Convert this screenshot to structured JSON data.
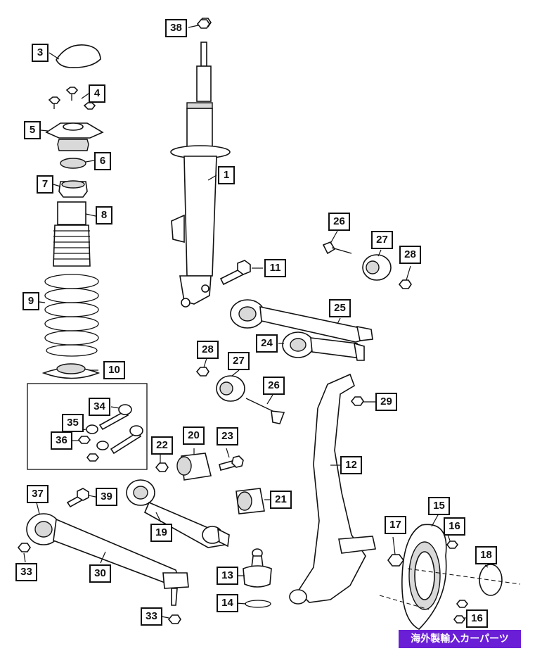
{
  "callouts": [
    {
      "id": "c1",
      "label": "1"
    },
    {
      "id": "c3",
      "label": "3"
    },
    {
      "id": "c4",
      "label": "4"
    },
    {
      "id": "c5",
      "label": "5"
    },
    {
      "id": "c6",
      "label": "6"
    },
    {
      "id": "c7",
      "label": "7"
    },
    {
      "id": "c8",
      "label": "8"
    },
    {
      "id": "c9",
      "label": "9"
    },
    {
      "id": "c10",
      "label": "10"
    },
    {
      "id": "c11",
      "label": "11"
    },
    {
      "id": "c12",
      "label": "12"
    },
    {
      "id": "c13",
      "label": "13"
    },
    {
      "id": "c14",
      "label": "14"
    },
    {
      "id": "c15",
      "label": "15"
    },
    {
      "id": "c16a",
      "label": "16"
    },
    {
      "id": "c16b",
      "label": "16"
    },
    {
      "id": "c17",
      "label": "17"
    },
    {
      "id": "c18",
      "label": "18"
    },
    {
      "id": "c19",
      "label": "19"
    },
    {
      "id": "c20",
      "label": "20"
    },
    {
      "id": "c21",
      "label": "21"
    },
    {
      "id": "c22",
      "label": "22"
    },
    {
      "id": "c23",
      "label": "23"
    },
    {
      "id": "c24",
      "label": "24"
    },
    {
      "id": "c25",
      "label": "25"
    },
    {
      "id": "c26a",
      "label": "26"
    },
    {
      "id": "c26b",
      "label": "26"
    },
    {
      "id": "c27a",
      "label": "27"
    },
    {
      "id": "c27b",
      "label": "27"
    },
    {
      "id": "c28a",
      "label": "28"
    },
    {
      "id": "c28b",
      "label": "28"
    },
    {
      "id": "c29",
      "label": "29"
    },
    {
      "id": "c30",
      "label": "30"
    },
    {
      "id": "c33a",
      "label": "33"
    },
    {
      "id": "c33b",
      "label": "33"
    },
    {
      "id": "c34",
      "label": "34"
    },
    {
      "id": "c35",
      "label": "35"
    },
    {
      "id": "c36",
      "label": "36"
    },
    {
      "id": "c37",
      "label": "37"
    },
    {
      "id": "c38",
      "label": "38"
    },
    {
      "id": "c39",
      "label": "39"
    }
  ],
  "watermark": "海外製輸入カーパーツ",
  "colors": {
    "ink": "#111111",
    "watermark_bg": "#6a1fd6",
    "watermark_text": "#ffffff"
  }
}
